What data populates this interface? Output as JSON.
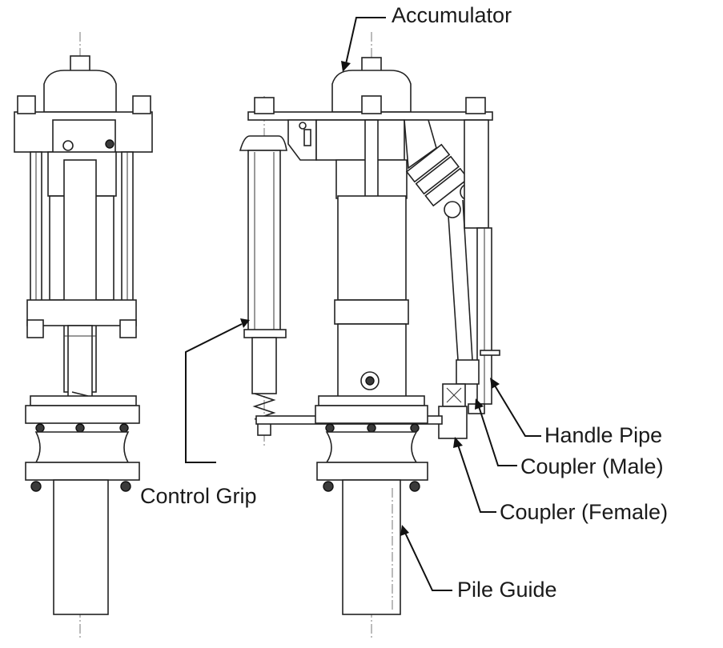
{
  "labels": {
    "accumulator": "Accumulator",
    "handle_pipe": "Handle Pipe",
    "coupler_male": "Coupler (Male)",
    "control_grip": "Control Grip",
    "coupler_female": "Coupler (Female)",
    "pile_guide": "Pile Guide"
  },
  "colors": {
    "line": "#222222",
    "background": "#ffffff"
  }
}
